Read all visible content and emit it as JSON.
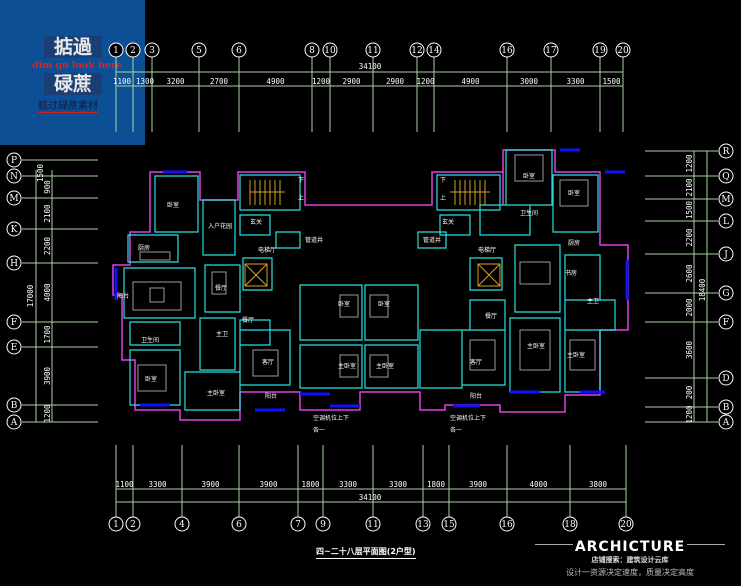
{
  "logo": {
    "line1": "掂過",
    "line2": "碌蔗",
    "en": "dim go look here",
    "sub": "掂过碌蔗素材"
  },
  "top_axis": {
    "labels": [
      "1",
      "2",
      "3",
      "5",
      "6",
      "8",
      "10",
      "11",
      "12",
      "14",
      "16",
      "17",
      "19",
      "20"
    ],
    "dims": [
      "1100",
      "1300",
      "3200",
      "2700",
      "4900",
      "1200",
      "2900",
      "2900",
      "1200",
      "4900",
      "3000",
      "3300",
      "1500"
    ],
    "total": "34100"
  },
  "bottom_axis": {
    "labels": [
      "1",
      "2",
      "4",
      "6",
      "7",
      "9",
      "11",
      "13",
      "15",
      "16",
      "18",
      "20"
    ],
    "dims": [
      "1100",
      "3300",
      "3900",
      "3900",
      "1800",
      "3300",
      "3300",
      "1800",
      "3900",
      "4000",
      "3800"
    ],
    "total": "34100"
  },
  "left_axis": {
    "labels": [
      "P",
      "N",
      "M",
      "K",
      "H",
      "F",
      "E",
      "B",
      "A"
    ],
    "dims": [
      "1500",
      "900",
      "2100",
      "2200",
      "4000",
      "1700",
      "3900",
      "1200"
    ],
    "total": "17000"
  },
  "right_axis": {
    "labels": [
      "R",
      "Q",
      "M",
      "L",
      "J",
      "G",
      "F",
      "D",
      "B",
      "A"
    ],
    "dims": [
      "1200",
      "2100",
      "1500",
      "2200",
      "2600",
      "2000",
      "3600",
      "200",
      "1200"
    ],
    "total": "18400"
  },
  "rooms": {
    "bedroom": "卧室",
    "kitchen": "厨房",
    "garden": "入户花园",
    "foyer": "玄关",
    "elevator_hall": "电梯厅",
    "living": "客厅",
    "dining": "餐厅",
    "master_bath": "主卫",
    "bath": "卫生间",
    "balcony": "阳台",
    "master_bed": "主卧室",
    "study": "书房",
    "shaft": "管道井",
    "up": "上",
    "down": "下"
  },
  "notes": {
    "ac": "空调机位上下",
    "ac_sub": "各一"
  },
  "drawing_title": "四~二十八层平面图(2户型)",
  "brand": {
    "name": "ARCHICTURE",
    "search": "店铺搜索：建筑设计云库",
    "slogan": "设计一资源决定速度，质量决定高度"
  },
  "colors": {
    "grid": "#a9d4a0",
    "wall": "#28e0e0",
    "outline": "#e040e0",
    "window": "#1010ff",
    "furniture": "#9a9a9a"
  }
}
